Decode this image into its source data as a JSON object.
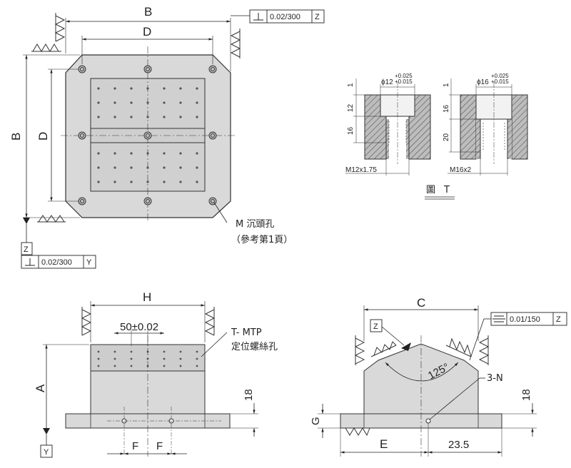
{
  "colors": {
    "body": "#d9d9d9",
    "line": "#333333",
    "hatch": "#555555"
  },
  "top_view": {
    "dim_B_top": "B",
    "dim_D_top": "D",
    "dim_B_left": "B",
    "dim_D_left": "D",
    "flatness_top": {
      "tolerance": "0.02/300",
      "datum": "Z"
    },
    "datum_Z": "Z",
    "perp_bottom": {
      "tolerance": "0.02/300",
      "datum": "Y"
    },
    "note_M_line1": "M 沉頭孔",
    "note_M_line2": "（參考第1頁）"
  },
  "detail_T": {
    "left": {
      "dia": "ϕ12",
      "tol_upper": "+0.025",
      "tol_lower": "+0.015",
      "d1": "1",
      "d2": "12",
      "d3": "16",
      "thread": "M12x1.75"
    },
    "right": {
      "dia": "ϕ16",
      "tol_upper": "+0.025",
      "tol_lower": "+0.015",
      "d1": "1",
      "d2": "16",
      "d3": "20",
      "thread": "M16x2"
    },
    "caption_char": "圖",
    "caption_letter": "T"
  },
  "front_view": {
    "dim_H": "H",
    "dim_pitch": "50±0.02",
    "note_line1": "T- MTP",
    "note_line2": "定位螺絲孔",
    "dim_A": "A",
    "dim_18": "18",
    "dim_F1": "F",
    "dim_F2": "F",
    "datum_Y": "Y"
  },
  "side_view": {
    "dim_C": "C",
    "symmetry": {
      "tolerance": "0.01/150",
      "datum": "Z"
    },
    "datum_Z": "Z",
    "angle": "125°",
    "note_N": "3-N",
    "dim_18": "18",
    "dim_G": "G",
    "dim_E": "E",
    "dim_235": "23.5"
  }
}
